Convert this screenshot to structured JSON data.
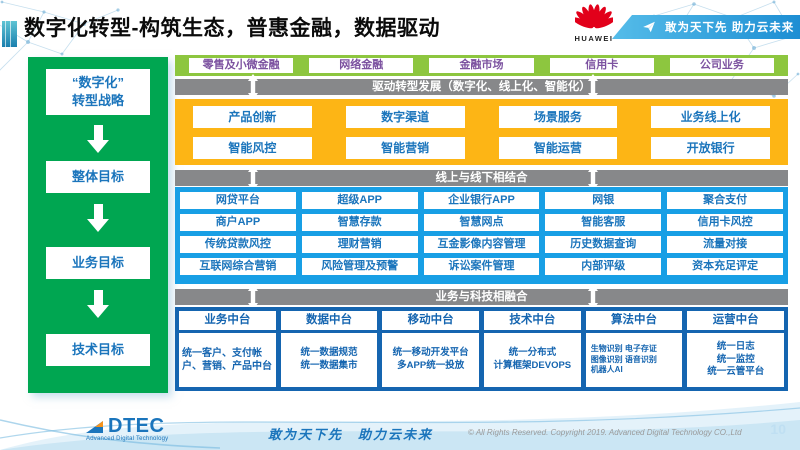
{
  "header": {
    "title": "数字化转型-构筑生态，普惠金融，数据驱动",
    "huawei": "HUAWEI",
    "slogan": "敢为天下先 助力云未来"
  },
  "sidebar": {
    "strategy": "“数字化”\n转型战略",
    "goals": [
      "整体目标",
      "业务目标",
      "技术目标"
    ]
  },
  "business_lines": [
    "零售及小微金融",
    "网络金融",
    "金融市场",
    "信用卡",
    "公司业务"
  ],
  "bars": {
    "drive": "驱动转型发展（数字化、线上化、智能化）",
    "online_offline": "线上与线下相结合",
    "biz_tech": "业务与科技相融合"
  },
  "transform": {
    "row1": [
      "产品创新",
      "数字渠道",
      "场景服务",
      "业务线上化"
    ],
    "row2": [
      "智能风控",
      "智能营销",
      "智能运营",
      "开放银行"
    ]
  },
  "online": {
    "rows": [
      [
        "网贷平台",
        "超级APP",
        "企业银行APP",
        "网银",
        "聚合支付"
      ],
      [
        "商户APP",
        "智慧存款",
        "智慧网点",
        "智能客服",
        "信用卡风控"
      ],
      [
        "传统贷款风控",
        "理财营销",
        "互金影像内容管理",
        "历史数据查询",
        "流量对接"
      ],
      [
        "互联网综合营销",
        "风险管理及预警",
        "诉讼案件管理",
        "内部评级",
        "资本充足评定"
      ]
    ]
  },
  "platforms": [
    {
      "title": "业务中台",
      "body": "统一客户、支付帐户、营销、产品中台"
    },
    {
      "title": "数据中台",
      "body": "统一数据规范\n统一数据集市"
    },
    {
      "title": "移动中台",
      "body": "统一移动开发平台\n多APP统一投放"
    },
    {
      "title": "技术中台",
      "body": "统一分布式\n计算框架DEVOPS"
    },
    {
      "title": "算法中台",
      "body": "生物识别 电子存证\n图像识别 语音识别\n机器人AI"
    },
    {
      "title": "运营中台",
      "body": "统一日志\n统一监控\n统一云管平台"
    }
  ],
  "footer": {
    "logo_text": "DTEC",
    "logo_sub": "Advanced Digital Technology",
    "slogan": "敢为天下先　助力云未来",
    "copyright": "© All Rights Reserved. Copyright 2019. Advanced Digital Technology CO.,Ltd",
    "page": "10"
  },
  "colors": {
    "sidebar_green": "#00A651",
    "band_green": "#8DC63F",
    "yellow": "#FDB515",
    "blue": "#189FE5",
    "dark_blue": "#1565B0",
    "gray_bar": "#87888A",
    "box_text_blue": "#1B75BC",
    "band_text_purple": "#7C52A0",
    "huawei_red": "#E2001A",
    "title_black": "#0B0B0B"
  }
}
